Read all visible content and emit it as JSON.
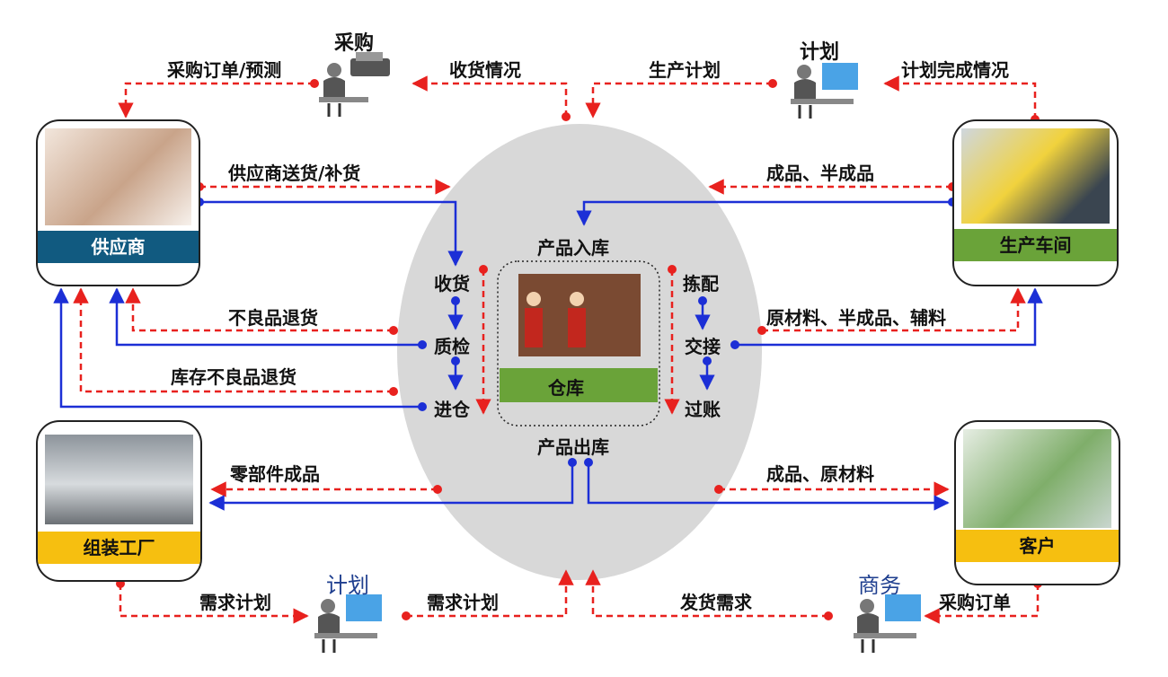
{
  "roles": {
    "purchase": "采购",
    "plan_top": "计划",
    "plan_bottom": "计划",
    "business": "商务"
  },
  "nodes": {
    "supplier": "供应商",
    "workshop": "生产车间",
    "assembly": "组装工厂",
    "customer": "客户",
    "warehouse": "仓库"
  },
  "flows": {
    "po_forecast": "采购订单/预测",
    "receipt_status": "收货情况",
    "production_plan": "生产计划",
    "plan_completion": "计划完成情况",
    "supplier_delivery": "供应商送货/补货",
    "finished_semi": "成品、半成品",
    "defect_return": "不良品退货",
    "stock_defect_return": "库存不良品退货",
    "materials": "原材料、半成品、辅料",
    "parts_finished": "零部件成品",
    "finished_raw": "成品、原材料",
    "demand_plan_left": "需求计划",
    "demand_plan_right": "需求计划",
    "ship_demand": "发货需求",
    "purchase_order": "采购订单"
  },
  "warehouse": {
    "inbound": "产品入库",
    "outbound": "产品出库",
    "receive": "收货",
    "inspect": "质检",
    "store": "进仓",
    "pick": "拣配",
    "handover": "交接",
    "post": "过账"
  },
  "colors": {
    "red_dash": "#e8211e",
    "blue": "#1c2fd6",
    "supplier_bar": "#115a80",
    "workshop_bar": "#6aa339",
    "warehouse_bar": "#6aa339",
    "gold_bar": "#f6bf10",
    "ellipse": "#d8d8d8"
  }
}
